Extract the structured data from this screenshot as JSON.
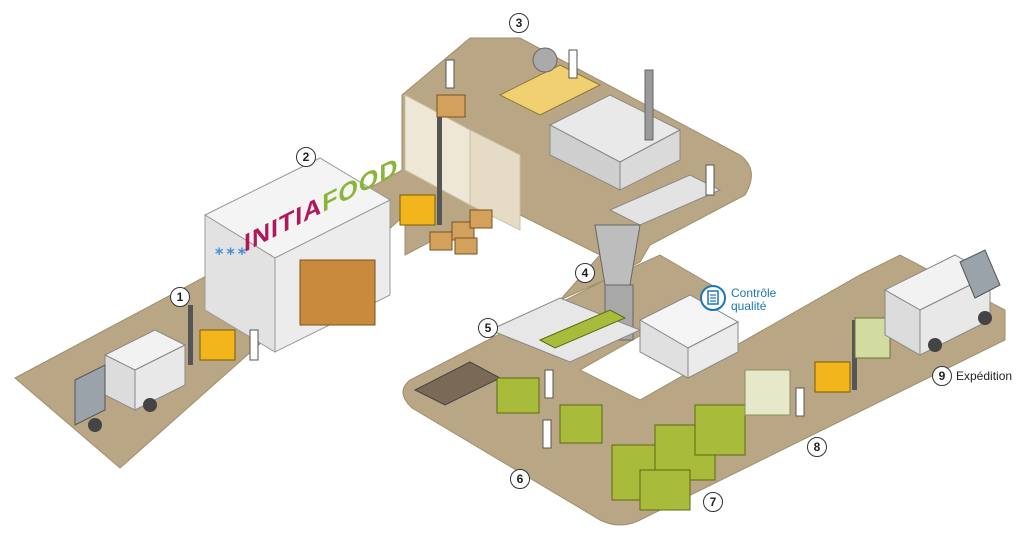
{
  "brand": {
    "part1": "INITIA",
    "part2": "FOOD"
  },
  "steps": [
    "1",
    "2",
    "3",
    "4",
    "5",
    "6",
    "7",
    "8",
    "9"
  ],
  "labels": {
    "expedition": "Expédition",
    "quality_line1": "Contrôle",
    "quality_line2": "qualité"
  },
  "icons": {
    "snow": "***"
  },
  "colors": {
    "floor": "#b9a684",
    "wall": "#efe7d6",
    "brand_red": "#b0185a",
    "brand_green": "#8bb53a",
    "quality_blue": "#1b75bb"
  }
}
